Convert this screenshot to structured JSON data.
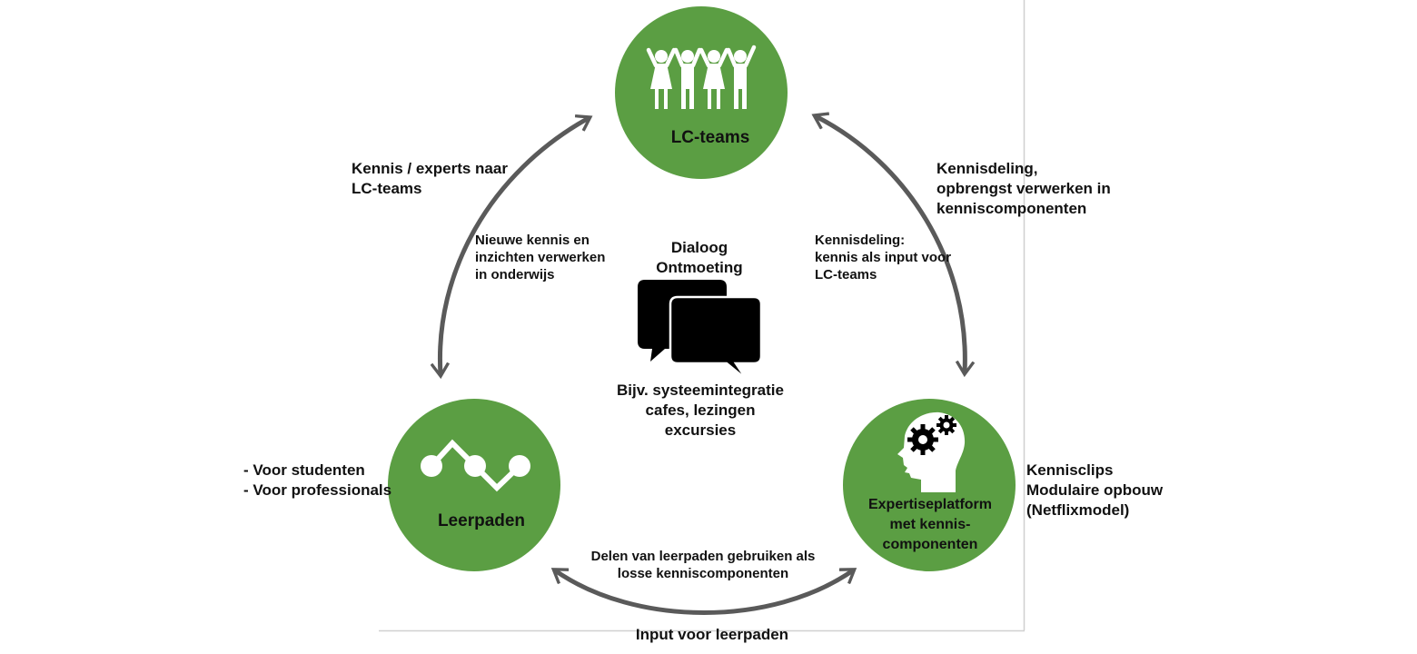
{
  "colors": {
    "node_green": "#5b9e43",
    "arrow_gray": "#5a5a5a",
    "frame_gray": "#d0d0d0",
    "text": "#111111",
    "icon_white": "#ffffff",
    "icon_black": "#000000"
  },
  "nodes": {
    "lc_teams": {
      "title": "LC-teams",
      "icon": "people-holding-hands-icon"
    },
    "leerpaden": {
      "title": "Leerpaden",
      "icon": "learning-path-icon"
    },
    "expertiseplatform": {
      "title_lines": [
        "Expertiseplatform",
        "met kennis-",
        "componenten"
      ],
      "icon": "head-gears-icon"
    }
  },
  "center": {
    "heading_lines": [
      "Dialoog",
      "Ontmoeting"
    ],
    "icon": "chat-bubbles-icon",
    "example_lines": [
      "Bijv. systeemintegratie",
      "cafes, lezingen",
      "excursies"
    ]
  },
  "annotations": {
    "left_outer": [
      "Kennis / experts naar",
      "LC-teams"
    ],
    "left_inner": [
      "Nieuwe kennis en",
      "inzichten verwerken",
      "in onderwijs"
    ],
    "right_outer": [
      "Kennisdeling,",
      "opbrengst verwerken in",
      "kenniscomponenten"
    ],
    "right_inner": [
      "Kennisdeling:",
      "kennis als input voor",
      "LC-teams"
    ],
    "leerpaden_side": [
      "- Voor studenten",
      "- Voor professionals"
    ],
    "expertise_side": [
      "Kennisclips",
      "Modulaire opbouw",
      "(Netflixmodel)"
    ],
    "bottom_inner": [
      "Delen van leerpaden gebruiken als",
      "losse kenniscomponenten"
    ],
    "bottom_outer": "Input voor leerpaden"
  },
  "arrows": [
    {
      "name": "arrow-leerpaden-lcteams",
      "from": "Leerpaden",
      "to": "LC-teams",
      "direction": "bidirectional"
    },
    {
      "name": "arrow-lcteams-expertise",
      "from": "LC-teams",
      "to": "Expertiseplatform",
      "direction": "bidirectional"
    },
    {
      "name": "arrow-leerpaden-expertise",
      "from": "Leerpaden",
      "to": "Expertiseplatform",
      "direction": "bidirectional"
    }
  ]
}
